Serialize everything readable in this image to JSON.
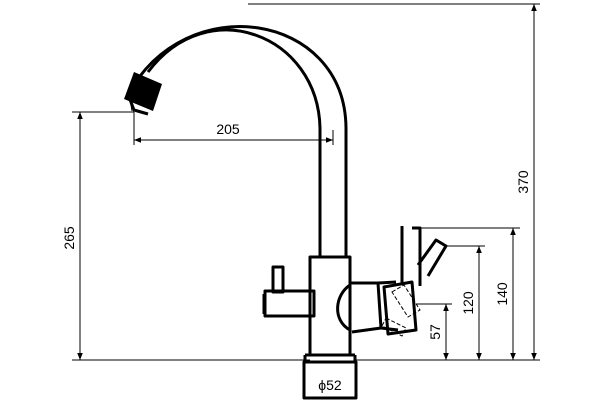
{
  "drawing": {
    "dimensions": {
      "spout_reach": "205",
      "spout_height": "265",
      "total_height": "370",
      "handle_120": "120",
      "handle_140": "140",
      "base_57": "57",
      "base_diameter": "ϕ52"
    }
  }
}
